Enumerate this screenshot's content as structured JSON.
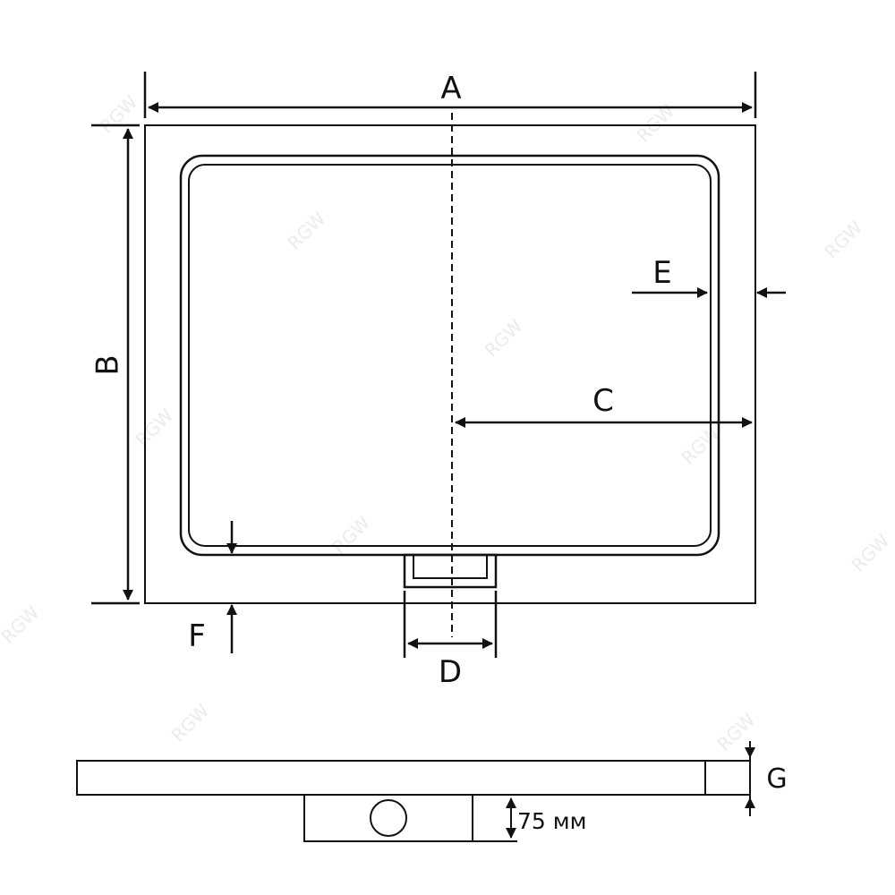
{
  "labels": {
    "a": "A",
    "b": "B",
    "c": "C",
    "d": "D",
    "e": "E",
    "f": "F",
    "g": "G"
  },
  "side_view": {
    "drain_height": "75 мм"
  },
  "watermark": "RGW",
  "colors": {
    "line": "#111111",
    "background": "#ffffff",
    "watermark": "#ececec"
  }
}
